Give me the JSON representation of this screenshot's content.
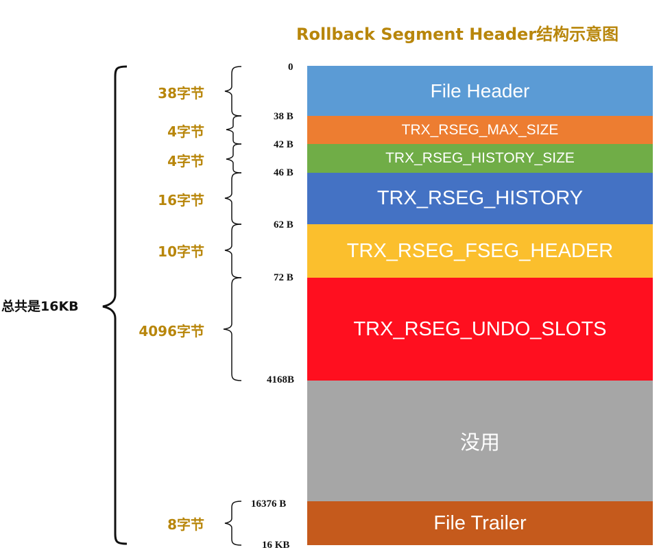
{
  "title": "Rollback Segment Header结构示意图",
  "total_label": "总共是16KB",
  "blocks": [
    {
      "label": "File Header",
      "color": "#5b9bd5"
    },
    {
      "label": "TRX_RSEG_MAX_SIZE",
      "color": "#ed7d31"
    },
    {
      "label": "TRX_RSEG_HISTORY_SIZE",
      "color": "#70ad47"
    },
    {
      "label": "TRX_RSEG_HISTORY",
      "color": "#4472c4"
    },
    {
      "label": "TRX_RSEG_FSEG_HEADER",
      "color": "#fbbf2d"
    },
    {
      "label": "TRX_RSEG_UNDO_SLOTS",
      "color": "#ff0f1f"
    },
    {
      "label": "没用",
      "color": "#a6a6a6"
    },
    {
      "label": "File Trailer",
      "color": "#c55a1c"
    }
  ],
  "offsets": [
    "0",
    "38 B",
    "42 B",
    "46 B",
    "62 B",
    "72 B",
    "4168B",
    "16376 B",
    "16 KB"
  ],
  "sizes": [
    "38字节",
    "4字节",
    "4字节",
    "16字节",
    "10字节",
    "4096字节",
    "8字节"
  ]
}
